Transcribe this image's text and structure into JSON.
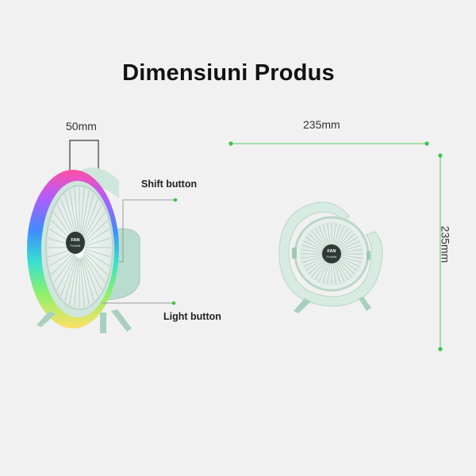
{
  "title": "Dimensiuni Produs",
  "dimensions": {
    "depth": "50mm",
    "width": "235mm",
    "height": "235mm"
  },
  "callouts": {
    "shift_button": "Shift button",
    "light_button": "Light button"
  },
  "fan_badge": {
    "top": "FAN",
    "bottom": "Portable"
  },
  "colors": {
    "background": "#f1f1f1",
    "fan_body": "#cfe6dc",
    "fan_body_dark": "#a9cfc0",
    "measure_line": "#8fd694",
    "measure_dot": "#3ec24b",
    "callout_line": "#9a9a9a"
  }
}
